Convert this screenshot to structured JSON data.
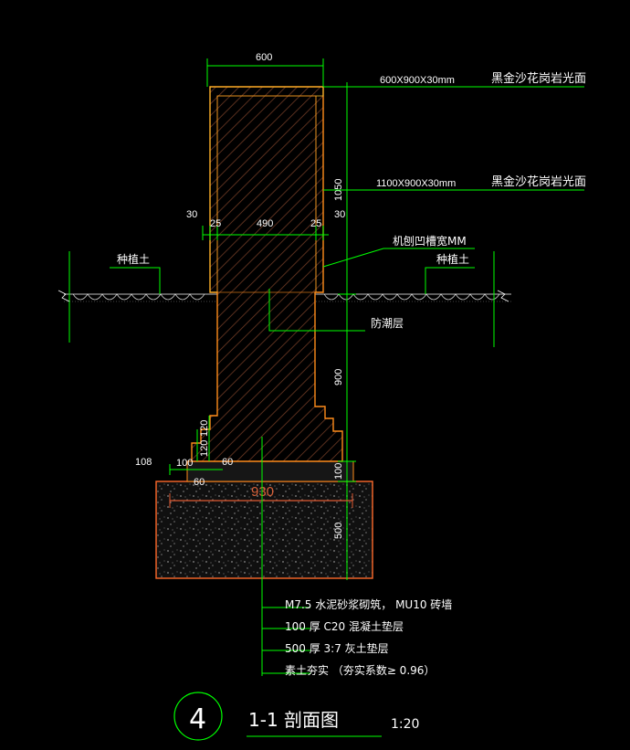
{
  "colors": {
    "background": "#000000",
    "leader": "#00ff00",
    "outline": "#ff8c1a",
    "concrete": "#7a3a1f",
    "text": "#ffffff",
    "dim_orange": "#e05a32",
    "yellow": "#ffff00"
  },
  "dimensions": {
    "top_width": "600",
    "side_left_30": "30",
    "side_right_30": "30",
    "inner_25_left": "25",
    "inner_490": "490",
    "inner_25_right": "25",
    "height_1050": "1050",
    "height_900": "900",
    "step_120_a": "120",
    "step_120_b": "120",
    "base_108": "108",
    "base_100_left": "100",
    "base_60_right": "60",
    "base_60_left": "60",
    "base_100_right": "100",
    "footing_930": "930",
    "footing_500": "500"
  },
  "callouts": {
    "cap_size": "600X900X30mm",
    "cap_material": "黑金沙花岗岩光面",
    "face_size": "1100X900X30mm",
    "face_material": "黑金沙花岗岩光面",
    "groove": "机刨凹槽宽MM",
    "soil_left": "种植土",
    "soil_right": "种植土",
    "damp_proof": "防潮层"
  },
  "notes": [
    "M7.5 水泥砂浆砌筑，   MU10  砖墙",
    "100 厚 C20 混凝土垫层",
    "500 厚 3:7 灰土垫层",
    "素土夯实 （夯实系数≥  0.96）"
  ],
  "title_block": {
    "number": "4",
    "title": "1-1  剖面图",
    "scale": "1:20"
  }
}
